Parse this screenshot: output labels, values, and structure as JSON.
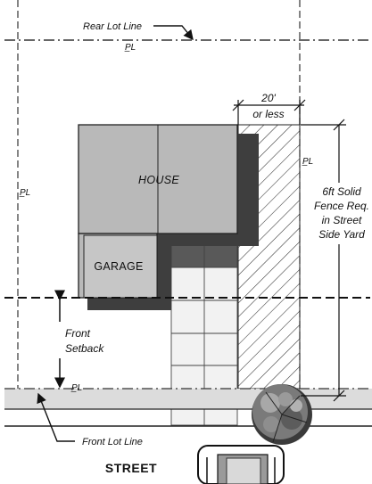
{
  "labels": {
    "rear_lot_line": "Rear Lot Line",
    "property_line_symbol": "P̲L",
    "dimension_line1": "20'",
    "dimension_line2": "or less",
    "house": "HOUSE",
    "garage": "GARAGE",
    "fence_line1": "6ft Solid",
    "fence_line2": "Fence Req.",
    "fence_line3": "in Street",
    "fence_line4": "Side Yard",
    "front_setback_line1": "Front",
    "front_setback_line2": "Setback",
    "front_lot_line": "Front Lot Line",
    "street": "STREET"
  }
}
